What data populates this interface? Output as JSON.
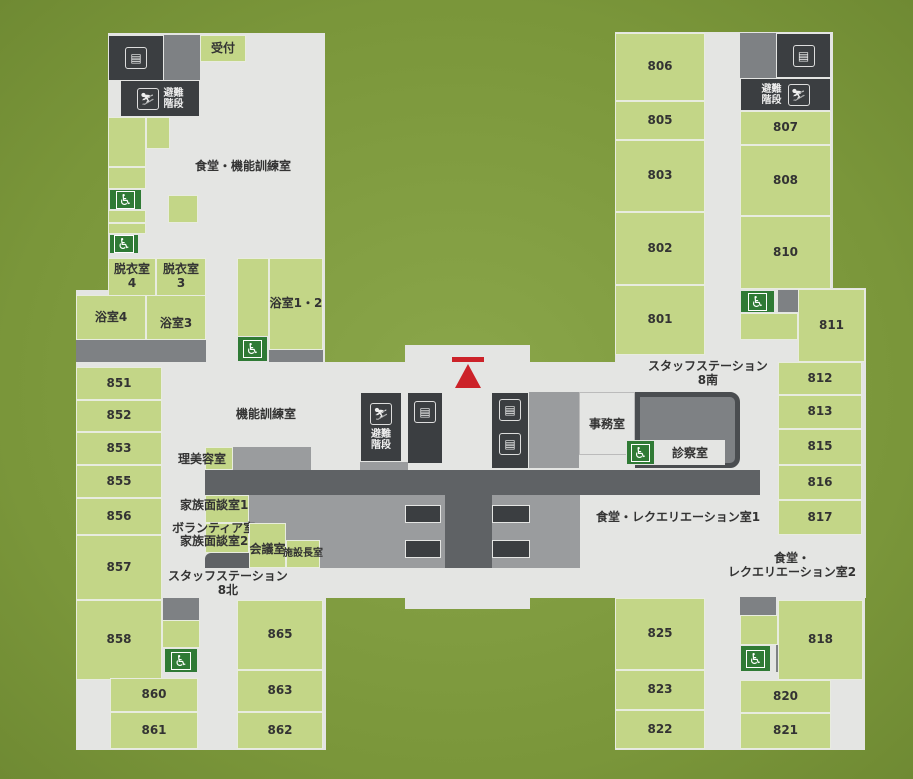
{
  "icons": {
    "elevator": "elevator-icon",
    "stairs": "evacuation-stairs-icon",
    "wheelchair": "accessible-toilet-icon",
    "marker": "current-location-marker"
  },
  "colors": {
    "background": "#7d9a3e",
    "room": "#c3d687",
    "floor": "#e4e5e3",
    "dark": "#3b3e41",
    "marker": "#cc2229"
  },
  "labels": {
    "reception": "受付",
    "evac_stairs": "避難\n階段",
    "dining_training": "食堂・機能訓練室",
    "changing4": "脱衣室\n4",
    "changing3": "脱衣室\n3",
    "bath4": "浴室4",
    "bath3": "浴室3",
    "bath12": "浴室1・2",
    "training": "機能訓練室",
    "barber": "理美容室",
    "family1": "家族面談室1",
    "volunteer": "ボランティア室",
    "family2": "家族面談室2",
    "meeting": "会議室",
    "director": "施設長室",
    "staff_north": "スタッフステーション\n8北",
    "staff_south": "スタッフステーション\n8南",
    "office": "事務室",
    "clinic": "診察室",
    "dining_rec1": "食堂・レクエリエーション室1",
    "dining_rec2": "食堂・\nレクエリエーション室2"
  },
  "rooms": {
    "r851": "851",
    "r852": "852",
    "r853": "853",
    "r855": "855",
    "r856": "856",
    "r857": "857",
    "r858": "858",
    "r860": "860",
    "r861": "861",
    "r865": "865",
    "r863": "863",
    "r862": "862",
    "r806": "806",
    "r805": "805",
    "r803": "803",
    "r802": "802",
    "r801": "801",
    "r807": "807",
    "r808": "808",
    "r810": "810",
    "r811": "811",
    "r812": "812",
    "r813": "813",
    "r815": "815",
    "r816": "816",
    "r817": "817",
    "r825": "825",
    "r823": "823",
    "r822": "822",
    "r818": "818",
    "r820": "820",
    "r821": "821"
  }
}
